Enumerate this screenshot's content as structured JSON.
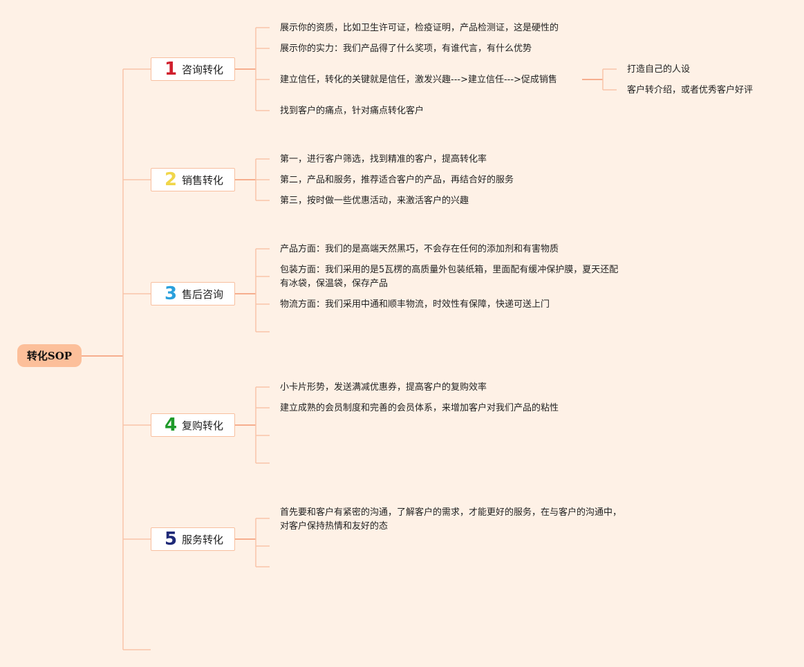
{
  "root": {
    "label": "转化SOP"
  },
  "branches": [
    {
      "num": "1",
      "num_color": "#d0202e",
      "label": "咨询转化",
      "leaves": [
        "展示你的资质，比如卫生许可证，检疫证明，产品检测证，这是硬性的",
        "展示你的实力：我们产品得了什么奖项，有谁代言，有什么优势",
        "建立信任，转化的关键就是信任，激发兴趣--->建立信任--->促成销售",
        "找到客户的痛点，针对痛点转化客户"
      ],
      "sub": [
        "打造自己的人设",
        "客户转介绍，或者优秀客户好评"
      ]
    },
    {
      "num": "2",
      "num_color": "#f0d64a",
      "label": "销售转化",
      "leaves": [
        "第一，进行客户筛选，找到精准的客户，提高转化率",
        "第二，产品和服务，推荐适合客户的产品，再结合好的服务",
        "第三，按时做一些优惠活动，来激活客户的兴趣"
      ]
    },
    {
      "num": "3",
      "num_color": "#2aa0dc",
      "label": "售后咨询",
      "leaves": [
        "产品方面：我们的是高端天然黑巧，不会存在任何的添加剂和有害物质",
        "包装方面：我们采用的是5瓦楞的高质量外包装纸箱，里面配有缓冲保护膜，夏天还配有冰袋，保温袋，保存产品",
        "物流方面：我们采用中通和顺丰物流，时效性有保障，快递可送上门"
      ]
    },
    {
      "num": "4",
      "num_color": "#1e9a2a",
      "label": "复购转化",
      "leaves": [
        "小卡片形势，发送满减优惠券，提高客户的复购效率",
        "建立成熟的会员制度和完善的会员体系，来增加客户对我们产品的粘性"
      ]
    },
    {
      "num": "5",
      "num_color": "#1f2a78",
      "label": "服务转化",
      "leaves": [
        "首先要和客户有紧密的沟通，了解客户的需求，才能更好的服务，在与客户的沟通中，对客户保持热情和友好的态"
      ]
    }
  ],
  "colors": {
    "background": "#fef1e6",
    "root_fill": "#fcbf9a",
    "connector": "#f4a582",
    "connector_light": "#f8c4a8"
  }
}
